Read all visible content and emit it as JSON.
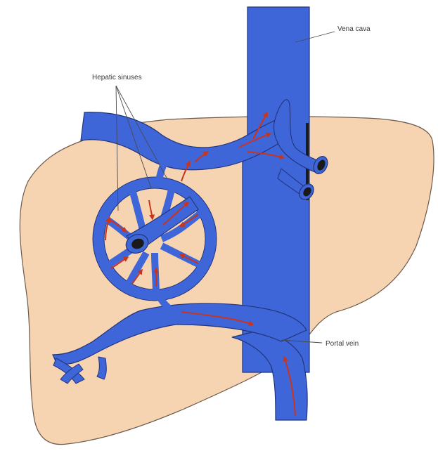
{
  "labels": {
    "vena_cava": "Vena cava",
    "hepatic_sinuses": "Hepatic sinuses",
    "portal_vein": "Portal vein"
  },
  "colors": {
    "liver_tissue": "#f6d4b2",
    "vessel_blue": "#3e66d8",
    "vessel_outline": "#22347a",
    "flow_arrow": "#c9341f",
    "label_text": "#3a3a3a"
  },
  "icons": {
    "flow_marker": "red-arrowhead",
    "central_vein": "cut-vessel-cross-section"
  }
}
